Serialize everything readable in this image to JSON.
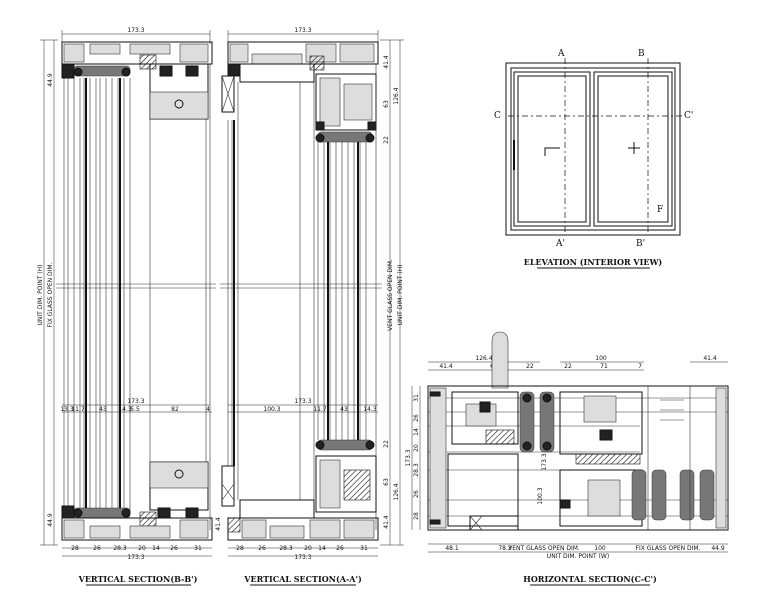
{
  "titles": {
    "vertical_bb": "VERTICAL SECTION(B-B')",
    "vertical_aa": "VERTICAL SECTION(A-A')",
    "elevation": "ELEVATION (INTERIOR VIEW)",
    "horizontal_cc": "HORIZONTAL SECTION(C-C')"
  },
  "elevation_markers": {
    "A": "A",
    "A2": "A'",
    "B": "B",
    "B2": "B'",
    "C": "C",
    "C2": "C'",
    "F": "F"
  },
  "side_labels": {
    "unit_dim": "UNIT DIM. POINT (H)",
    "fix_glass": "FIX GLASS OPEN DIM.",
    "vent_glass": "VENT GLASS OPEN DIM.",
    "unit_dim_h": "UNIT DIM. POINT (H)"
  },
  "vbb_dims": {
    "top": "173.3",
    "left_top": "44.9",
    "left_bottom": "44.9",
    "mid": "173.3",
    "mid_row": [
      "13.3",
      "11.7",
      "43",
      "14.3",
      "5.5",
      "82",
      "4"
    ],
    "bottom_row": [
      "28",
      "26",
      "28.3",
      "20",
      "14",
      "26",
      "31"
    ],
    "bottom_total": "173.3"
  },
  "vaa_dims": {
    "top": "173.3",
    "right_top": [
      "41.4",
      "63",
      "126.4",
      "22"
    ],
    "right_bottom": [
      "22",
      "63",
      "126.4",
      "41.4"
    ],
    "mid": "173.3",
    "mid_row": [
      "100.3",
      "11.7",
      "43",
      "14.3"
    ],
    "left_bottom": "41.4",
    "bottom_row": [
      "28",
      "26",
      "28.3",
      "20",
      "14",
      "26",
      "31"
    ],
    "bottom_total": "173.3"
  },
  "hcc_dims": {
    "top_a": "126.4",
    "top_b": "100",
    "top_c": "41.4",
    "row2": [
      "41.4",
      "63",
      "22",
      "22",
      "71",
      "7"
    ],
    "left": [
      "31",
      "26",
      "14",
      "20",
      "28.3",
      "26",
      "28"
    ],
    "left_total": "173.3",
    "mid_v": "173.3",
    "mid_v2": "100.3",
    "bottom_row": [
      "48.1",
      "78.3",
      "100",
      "44.9"
    ],
    "vent_label": "VENT GLASS OPEN DIM.",
    "fix_label": "FIX GLASS OPEN DIM.",
    "unit_label": "UNIT DIM. POINT (W)"
  }
}
